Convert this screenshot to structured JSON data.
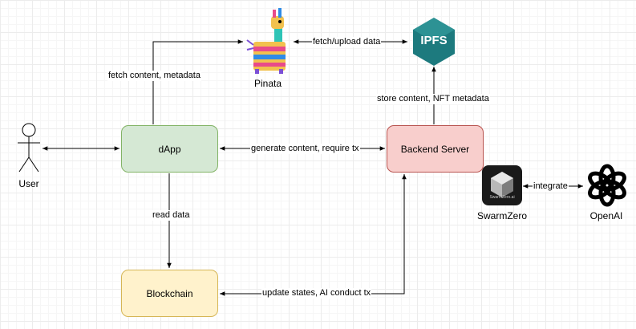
{
  "nodes": {
    "dapp": "dApp",
    "backend": "Backend Server",
    "blockchain": "Blockchain"
  },
  "icons": {
    "user": "User",
    "pinata": "Pinata",
    "ipfs": "IPFS",
    "swarmzero": "SwarmZero",
    "swarmzero_badge": "SwarmZero.ai",
    "openai": "OpenAI"
  },
  "edges": {
    "fetch_content": "fetch content, metadata",
    "fetch_upload": "fetch/upload data",
    "store_content": "store content, NFT metadata",
    "generate_content": "generate content, require tx",
    "read_data": "read data",
    "update_states": "update states, AI conduct tx",
    "integrate": "integrate"
  },
  "colors": {
    "dapp_fill": "#d5e8d4",
    "dapp_stroke": "#82b366",
    "backend_fill": "#f8cecc",
    "backend_stroke": "#b85450",
    "blockchain_fill": "#fff2cc",
    "blockchain_stroke": "#d6b656",
    "ipfs_teal": "#1d7a7e"
  }
}
